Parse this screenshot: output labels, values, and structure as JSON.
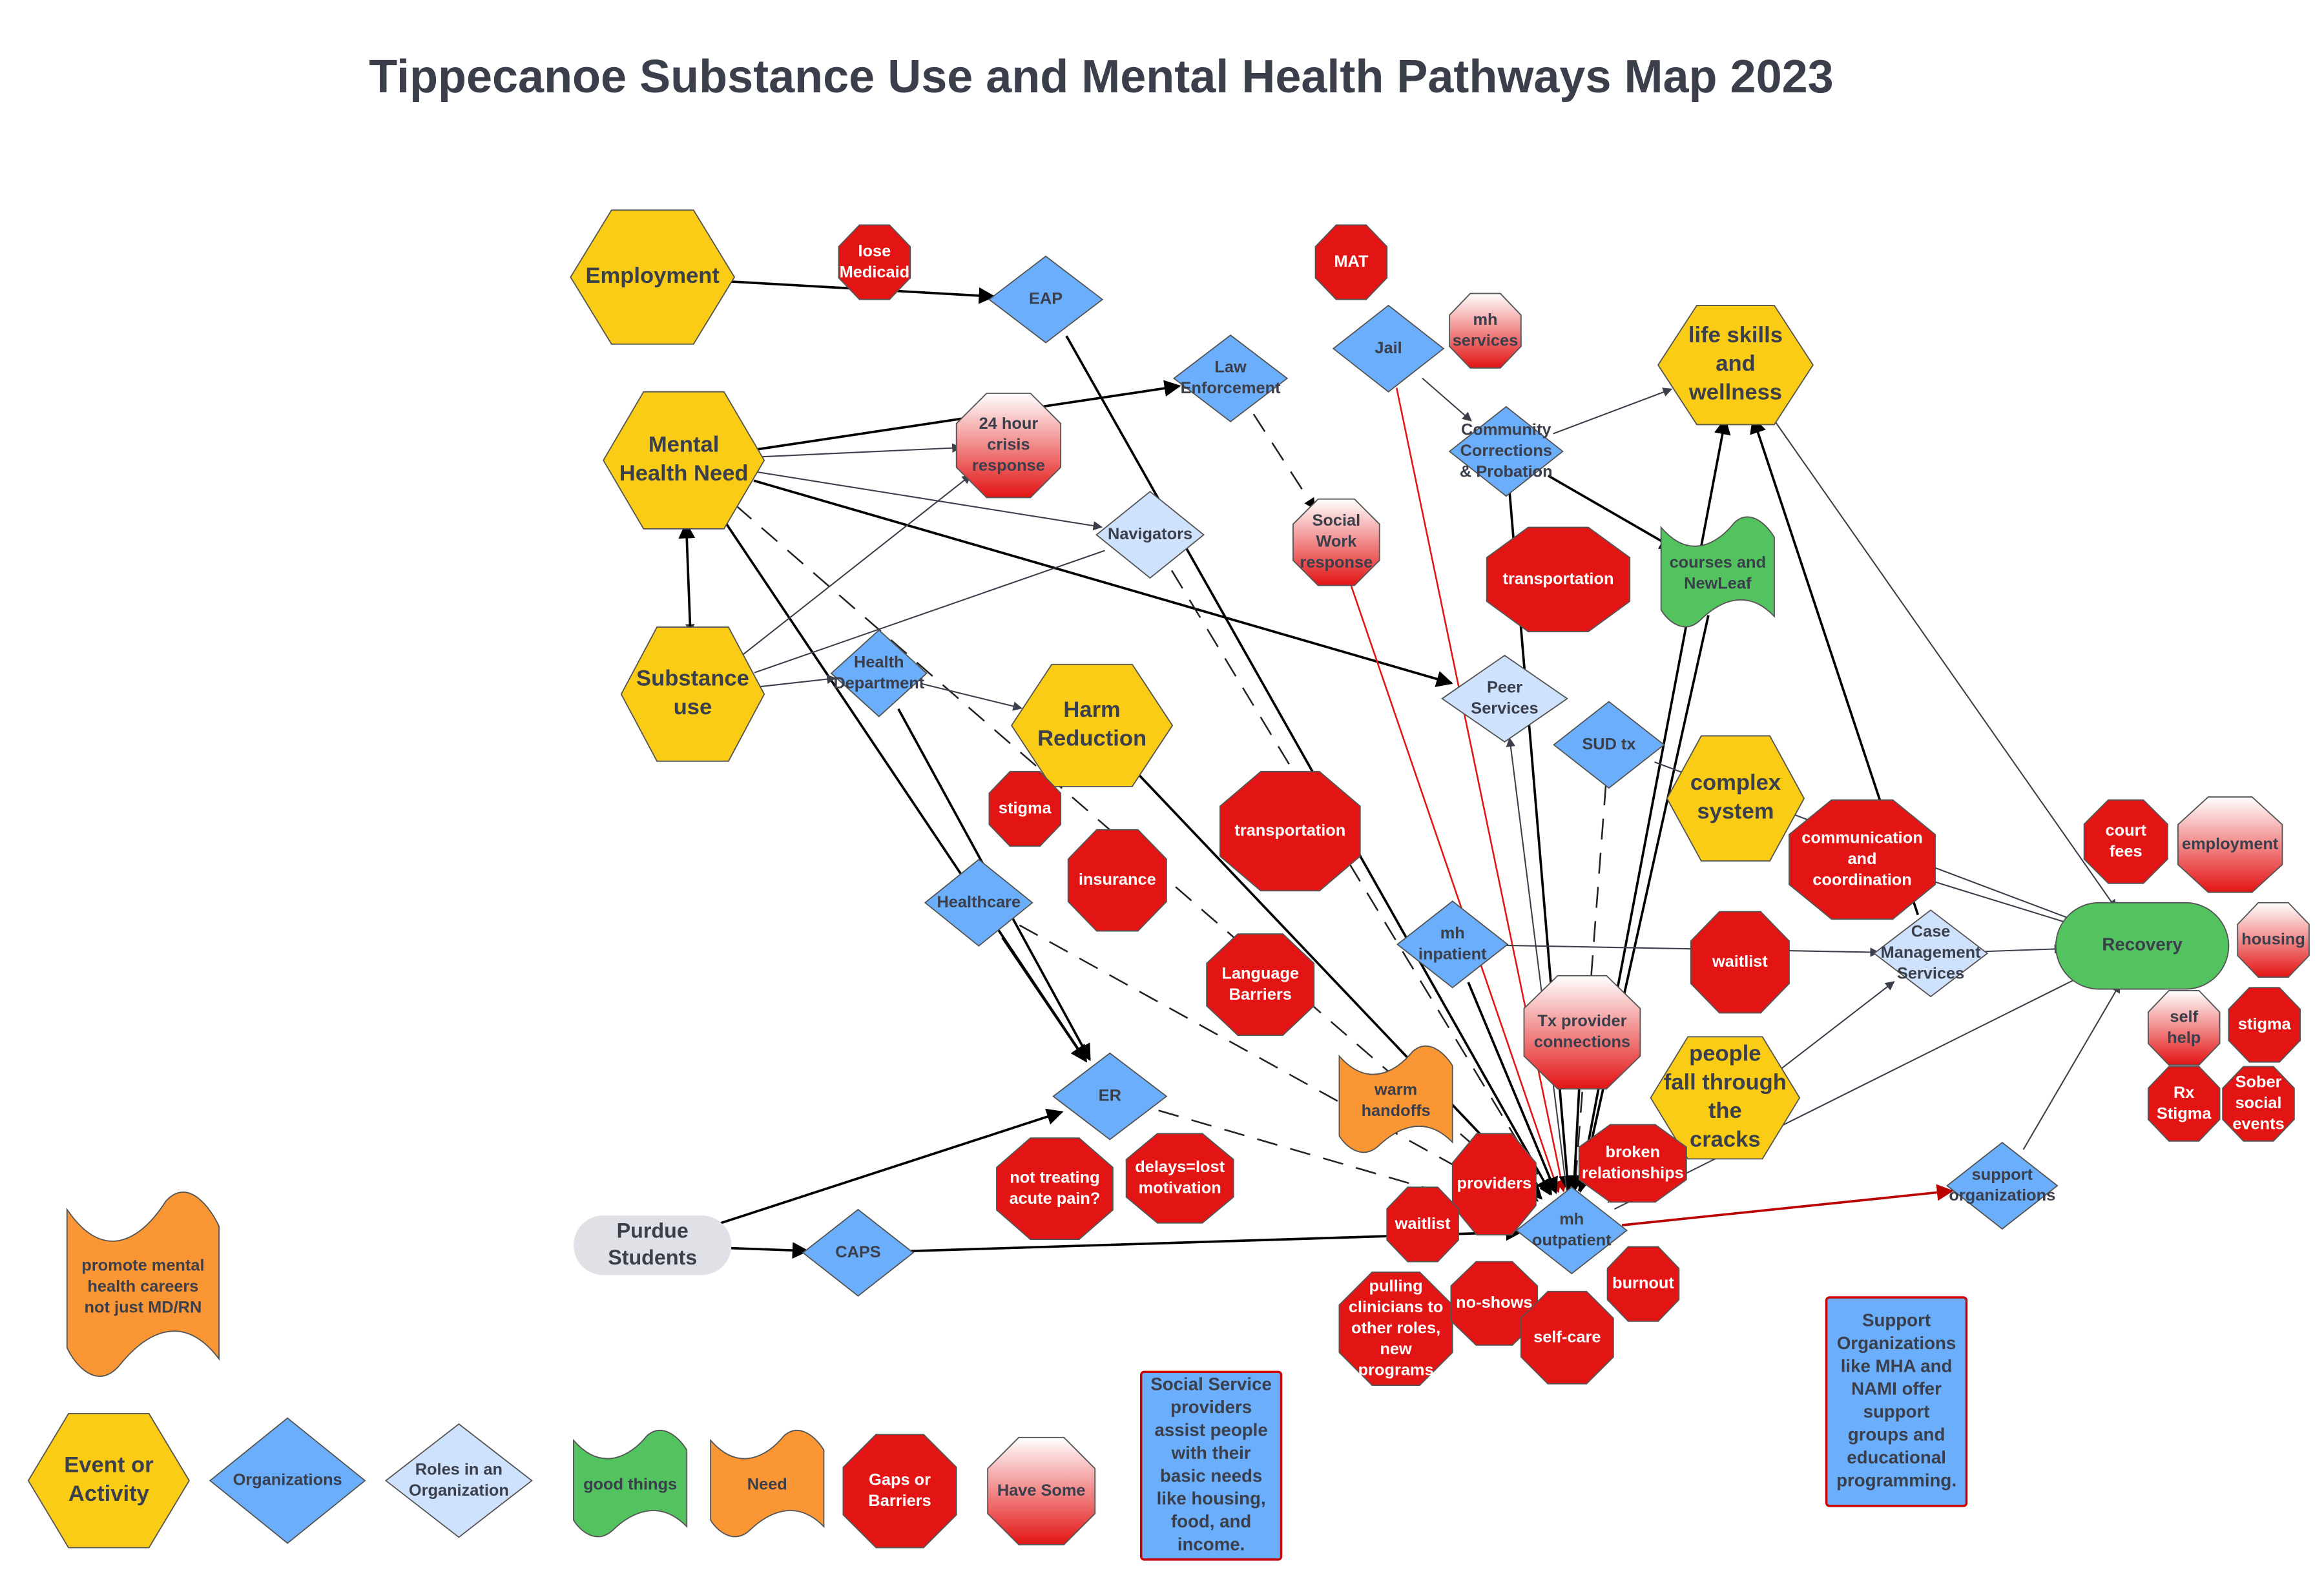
{
  "title": "Tippecanoe Substance Use and Mental Health Pathways Map 2023",
  "colors": {
    "event": "#facc15",
    "organization": "#6aaefc",
    "role": "#cfe2fd",
    "gap": "#e31414",
    "have_some_top": "#ffffff",
    "have_some_bottom": "#e31414",
    "good": "#52c35f",
    "need": "#fb9634",
    "student": "#dfe1e6",
    "dark_text": "#3a3f4b",
    "red_line": "#e31414"
  },
  "nodes": [
    {
      "id": "employment",
      "type": "event",
      "lines": [
        "Employment"
      ]
    },
    {
      "id": "mhn",
      "type": "event",
      "lines": [
        "Mental",
        "Health Need"
      ]
    },
    {
      "id": "substance",
      "type": "event",
      "lines": [
        "Substance",
        "use"
      ]
    },
    {
      "id": "harm",
      "type": "event",
      "lines": [
        "Harm",
        "Reduction"
      ]
    },
    {
      "id": "lifeskills",
      "type": "event",
      "lines": [
        "life skills",
        "and",
        "wellness"
      ]
    },
    {
      "id": "complex",
      "type": "event",
      "lines": [
        "complex",
        "system"
      ]
    },
    {
      "id": "cracks",
      "type": "event",
      "lines": [
        "people",
        "fall through",
        "the",
        "cracks"
      ]
    },
    {
      "id": "eap",
      "type": "org",
      "lines": [
        "EAP"
      ]
    },
    {
      "id": "law",
      "type": "org",
      "lines": [
        "Law",
        "Enforcement"
      ]
    },
    {
      "id": "jail",
      "type": "org",
      "lines": [
        "Jail"
      ]
    },
    {
      "id": "cc",
      "type": "org",
      "lines": [
        "Community",
        "Corrections",
        "& Probation"
      ]
    },
    {
      "id": "healthdept",
      "type": "org",
      "lines": [
        "Health",
        "Department"
      ]
    },
    {
      "id": "healthcare",
      "type": "org",
      "lines": [
        "Healthcare"
      ]
    },
    {
      "id": "er",
      "type": "org",
      "lines": [
        "ER"
      ]
    },
    {
      "id": "caps",
      "type": "org",
      "lines": [
        "CAPS"
      ]
    },
    {
      "id": "mhinpatient",
      "type": "org",
      "lines": [
        "mh",
        "inpatient"
      ]
    },
    {
      "id": "sudtx",
      "type": "org",
      "lines": [
        "SUD tx"
      ]
    },
    {
      "id": "mhoutpatient",
      "type": "org",
      "lines": [
        "mh",
        "outpatient"
      ]
    },
    {
      "id": "supportorgs",
      "type": "org",
      "lines": [
        "support",
        "organizations"
      ]
    },
    {
      "id": "navigators",
      "type": "role",
      "lines": [
        "Navigators"
      ]
    },
    {
      "id": "peer",
      "type": "role",
      "lines": [
        "Peer",
        "Services"
      ]
    },
    {
      "id": "casemgmt",
      "type": "role",
      "lines": [
        "Case",
        "Management",
        "Services"
      ]
    },
    {
      "id": "losemedicaid",
      "type": "gap",
      "lines": [
        "lose",
        "Medicaid"
      ]
    },
    {
      "id": "mat",
      "type": "gap",
      "lines": [
        "MAT"
      ]
    },
    {
      "id": "stigma1",
      "type": "gap",
      "lines": [
        "stigma"
      ]
    },
    {
      "id": "insurance",
      "type": "gap",
      "lines": [
        "insurance"
      ]
    },
    {
      "id": "transport1",
      "type": "gap",
      "lines": [
        "transportation"
      ]
    },
    {
      "id": "language",
      "type": "gap",
      "lines": [
        "Language",
        "Barriers"
      ]
    },
    {
      "id": "transport2",
      "type": "gap",
      "lines": [
        "transportation"
      ]
    },
    {
      "id": "commcoord",
      "type": "gap",
      "lines": [
        "communication",
        "and",
        "coordination"
      ]
    },
    {
      "id": "waitlist1",
      "type": "gap",
      "lines": [
        "waitlist"
      ]
    },
    {
      "id": "nottreating",
      "type": "gap",
      "lines": [
        "not treating",
        "acute pain?"
      ]
    },
    {
      "id": "delays",
      "type": "gap",
      "lines": [
        "delays=lost",
        "motivation"
      ]
    },
    {
      "id": "providers",
      "type": "gap",
      "lines": [
        "providers"
      ]
    },
    {
      "id": "broken",
      "type": "gap",
      "lines": [
        "broken",
        "relationships"
      ]
    },
    {
      "id": "waitlist2",
      "type": "gap",
      "lines": [
        "waitlist"
      ]
    },
    {
      "id": "pulling",
      "type": "gap",
      "lines": [
        "pulling",
        "clinicians to",
        "other roles,",
        "new",
        "programs"
      ]
    },
    {
      "id": "noshows",
      "type": "gap",
      "lines": [
        "no-shows"
      ]
    },
    {
      "id": "selfcare",
      "type": "gap",
      "lines": [
        "self-care"
      ]
    },
    {
      "id": "burnout",
      "type": "gap",
      "lines": [
        "burnout"
      ]
    },
    {
      "id": "courtfees",
      "type": "gap",
      "lines": [
        "court",
        "fees"
      ]
    },
    {
      "id": "stigma2",
      "type": "gap",
      "lines": [
        "stigma"
      ]
    },
    {
      "id": "rxstigma",
      "type": "gap",
      "lines": [
        "Rx",
        "Stigma"
      ]
    },
    {
      "id": "sober",
      "type": "gap",
      "lines": [
        "Sober",
        "social",
        "events"
      ]
    },
    {
      "id": "crisis",
      "type": "have",
      "lines": [
        "24 hour",
        "crisis",
        "response"
      ]
    },
    {
      "id": "mhservices",
      "type": "have",
      "lines": [
        "mh",
        "services"
      ]
    },
    {
      "id": "socialwork",
      "type": "have",
      "lines": [
        "Social",
        "Work",
        "response"
      ]
    },
    {
      "id": "employment2",
      "type": "have",
      "lines": [
        "employment"
      ]
    },
    {
      "id": "housing",
      "type": "have",
      "lines": [
        "housing"
      ]
    },
    {
      "id": "selfhelp",
      "type": "have",
      "lines": [
        "self",
        "help"
      ]
    },
    {
      "id": "txprovider",
      "type": "have",
      "lines": [
        "Tx provider",
        "connections"
      ]
    },
    {
      "id": "courses",
      "type": "good",
      "lines": [
        "courses and",
        "NewLeaf"
      ]
    },
    {
      "id": "warm",
      "type": "need",
      "lines": [
        "warm",
        "handoffs"
      ]
    },
    {
      "id": "promote",
      "type": "need",
      "lines": [
        "promote mental",
        "health careers",
        "not just MD/RN"
      ]
    },
    {
      "id": "purdue",
      "type": "student",
      "lines": [
        "Purdue",
        "Students"
      ]
    },
    {
      "id": "recovery",
      "type": "recovery",
      "lines": [
        "Recovery"
      ]
    },
    {
      "id": "socialservice",
      "type": "note",
      "lines": [
        "Social Service",
        "providers",
        "assist people",
        "with their",
        "basic needs",
        "like housing,",
        "food, and",
        "income."
      ]
    },
    {
      "id": "supportinfo",
      "type": "note",
      "lines": [
        "Support",
        "Organizations",
        "like MHA and",
        "NAMI offer",
        "support",
        "groups and",
        "educational",
        "programming."
      ]
    }
  ],
  "legend": [
    {
      "id": "leg-event",
      "type": "event",
      "lines": [
        "Event or",
        "Activity"
      ]
    },
    {
      "id": "leg-org",
      "type": "org",
      "lines": [
        "Organizations"
      ]
    },
    {
      "id": "leg-role",
      "type": "role",
      "lines": [
        "Roles in an",
        "Organization"
      ]
    },
    {
      "id": "leg-good",
      "type": "good",
      "lines": [
        "good things"
      ]
    },
    {
      "id": "leg-need",
      "type": "need",
      "lines": [
        "Need"
      ]
    },
    {
      "id": "leg-gap",
      "type": "gap",
      "lines": [
        "Gaps or",
        "Barriers"
      ]
    },
    {
      "id": "leg-have",
      "type": "have",
      "lines": [
        "Have Some"
      ]
    }
  ],
  "edges": [
    {
      "from": "employment",
      "to": "eap",
      "style": "solid",
      "arrow": true
    },
    {
      "from": "eap",
      "to": "mhoutpatient",
      "style": "solid",
      "arrow": true
    },
    {
      "from": "mhn",
      "to": "law",
      "style": "solid",
      "arrow": true
    },
    {
      "from": "mhn",
      "to": "crisis",
      "style": "thin",
      "arrow": true
    },
    {
      "from": "mhn",
      "to": "navigators",
      "style": "thin",
      "arrow": true
    },
    {
      "from": "mhn",
      "to": "peer",
      "style": "solid",
      "arrow": true
    },
    {
      "from": "mhn",
      "to": "substance",
      "style": "thin",
      "arrow": true
    },
    {
      "from": "substance",
      "to": "mhn",
      "style": "solid",
      "arrow": true
    },
    {
      "from": "mhn",
      "to": "mhoutpatient",
      "style": "dashed",
      "arrow": true
    },
    {
      "from": "mhn",
      "to": "er",
      "style": "solid",
      "arrow": true
    },
    {
      "from": "law",
      "to": "socialwork",
      "style": "dashed",
      "arrow": true
    },
    {
      "from": "jail",
      "to": "cc",
      "style": "thin",
      "arrow": true
    },
    {
      "from": "jail",
      "to": "mhoutpatient",
      "style": "red",
      "arrow": true
    },
    {
      "from": "socialwork",
      "to": "mhoutpatient",
      "style": "red",
      "arrow": true
    },
    {
      "from": "cc",
      "to": "lifeskills",
      "style": "thin",
      "arrow": true
    },
    {
      "from": "cc",
      "to": "courses",
      "style": "solid",
      "arrow": true
    },
    {
      "from": "cc",
      "to": "mhoutpatient",
      "style": "solid",
      "arrow": true
    },
    {
      "from": "mhoutpatient",
      "to": "lifeskills",
      "style": "solid",
      "arrow": true
    },
    {
      "from": "courses",
      "to": "mhoutpatient",
      "style": "solid",
      "arrow": true
    },
    {
      "from": "lifeskills",
      "to": "recovery",
      "style": "thin",
      "arrow": true
    },
    {
      "from": "casemgmt",
      "to": "lifeskills",
      "style": "solid",
      "arrow": true
    },
    {
      "from": "substance",
      "to": "crisis",
      "style": "thin",
      "arrow": true
    },
    {
      "from": "substance",
      "to": "navigators",
      "style": "thin",
      "arrow": false
    },
    {
      "from": "substance",
      "to": "healthdept",
      "style": "thin",
      "arrow": true
    },
    {
      "from": "healthdept",
      "to": "harm",
      "style": "thin",
      "arrow": true
    },
    {
      "from": "healthdept",
      "to": "er",
      "style": "solid",
      "arrow": true
    },
    {
      "from": "healthcare",
      "to": "er",
      "style": "solid",
      "arrow": true
    },
    {
      "from": "healthcare",
      "to": "mhoutpatient",
      "style": "dashed",
      "arrow": true
    },
    {
      "from": "navigators",
      "to": "mhoutpatient",
      "style": "dashed",
      "arrow": true
    },
    {
      "from": "harm",
      "to": "mhoutpatient",
      "style": "solid",
      "arrow": true
    },
    {
      "from": "purdue",
      "to": "er",
      "style": "solid",
      "arrow": true
    },
    {
      "from": "purdue",
      "to": "caps",
      "style": "solid",
      "arrow": true
    },
    {
      "from": "caps",
      "to": "mhoutpatient",
      "style": "solid",
      "arrow": true
    },
    {
      "from": "er",
      "to": "mhoutpatient",
      "style": "dashed",
      "arrow": true
    },
    {
      "from": "mhinpatient",
      "to": "casemgmt",
      "style": "thin",
      "arrow": true
    },
    {
      "from": "mhoutpatient",
      "to": "peer",
      "style": "thin",
      "arrow": true
    },
    {
      "from": "sudtx",
      "to": "mhoutpatient",
      "style": "dashed",
      "arrow": true
    },
    {
      "from": "sudtx",
      "to": "recovery",
      "style": "thin",
      "arrow": true
    },
    {
      "from": "mhoutpatient",
      "to": "supportorgs",
      "style": "red",
      "arrow": true
    },
    {
      "from": "mhoutpatient",
      "to": "casemgmt",
      "style": "thin",
      "arrow": true
    },
    {
      "from": "mhoutpatient",
      "to": "recovery",
      "style": "thin",
      "arrow": true
    },
    {
      "from": "supportorgs",
      "to": "recovery",
      "style": "thin",
      "arrow": true
    },
    {
      "from": "casemgmt",
      "to": "recovery",
      "style": "thin",
      "arrow": true
    },
    {
      "from": "txprovider",
      "to": "mhoutpatient",
      "style": "solid",
      "arrow": true
    },
    {
      "from": "mhinpatient",
      "to": "mhoutpatient",
      "style": "solid",
      "arrow": true
    },
    {
      "from": "commcoord",
      "to": "recovery",
      "style": "thin",
      "arrow": true
    }
  ]
}
